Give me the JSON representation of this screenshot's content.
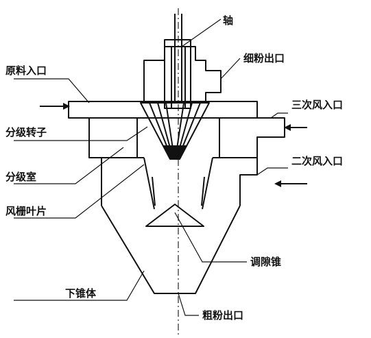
{
  "labels": {
    "shaft": "轴",
    "fine_outlet": "细粉出口",
    "raw_inlet": "原料入口",
    "tertiary_inlet": "三次风入口",
    "rotor": "分级转子",
    "secondary_inlet": "二次风入口",
    "chamber": "分级室",
    "vanes": "风栅叶片",
    "cone_adjust": "调隙锥",
    "lower_cone": "下锥体",
    "coarse_outlet": "粗粉出口"
  },
  "colors": {
    "line": "#111111",
    "background": "#ffffff"
  }
}
